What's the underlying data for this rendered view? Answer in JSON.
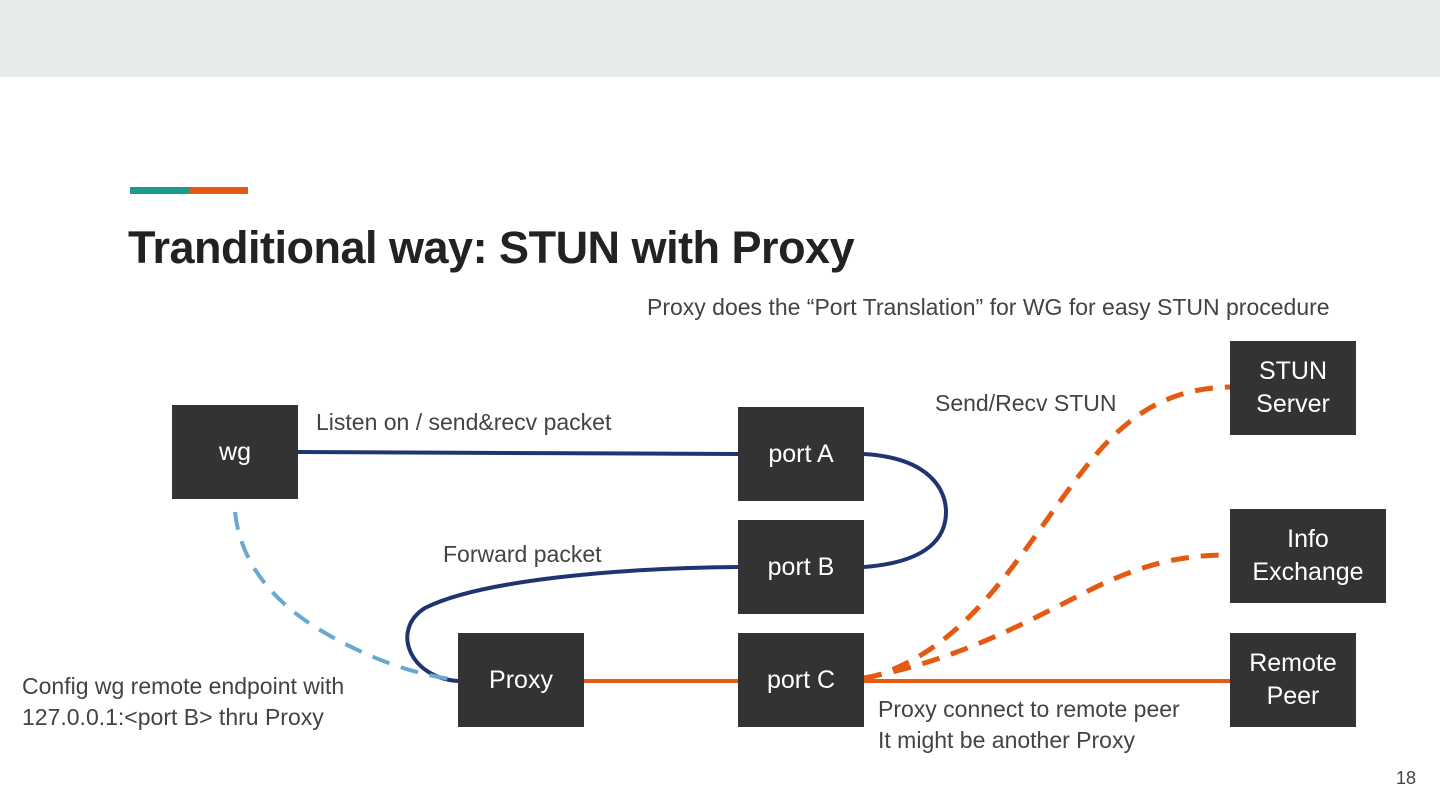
{
  "slide": {
    "title": "Tranditional way: STUN with Proxy",
    "subtitle": "Proxy does the “Port Translation” for WG for easy STUN procedure",
    "page_number": "18"
  },
  "colors": {
    "accent_teal": "#1a9b8e",
    "accent_orange": "#e45a12",
    "box_fill": "#333333",
    "navy_line": "#1f3470",
    "orange_line": "#e45a12",
    "light_blue_line": "#6aa8cf"
  },
  "nodes": {
    "wg": "wg",
    "port_a": "port A",
    "port_b": "port B",
    "port_c": "port C",
    "proxy": "Proxy",
    "stun_server": "STUN\nServer",
    "info_exchange": "Info\nExchange",
    "remote_peer": "Remote\nPeer"
  },
  "edge_labels": {
    "listen": "Listen on / send&recv packet",
    "forward": "Forward packet",
    "send_recv_stun": "Send/Recv STUN",
    "config_line1": "Config wg remote endpoint with",
    "config_line2": "127.0.0.1:<port B> thru Proxy",
    "remote_line1": "Proxy connect to remote peer",
    "remote_line2": "It might be another Proxy"
  }
}
